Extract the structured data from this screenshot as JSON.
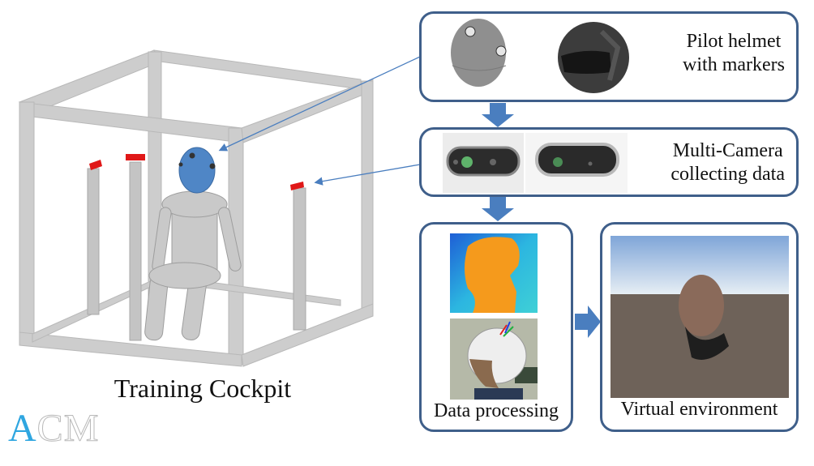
{
  "cockpit": {
    "label": "Training Cockpit",
    "frame_color": "#c9c9c9",
    "helmet_color": "#4f86c6",
    "camera_marker_color": "#e01818"
  },
  "logo": {
    "text_a": "A",
    "text_cm": "CM",
    "accent": "#2fa6e0"
  },
  "stages": {
    "helmet": {
      "label_line1": "Pilot helmet",
      "label_line2": "with markers"
    },
    "camera": {
      "label_line1": "Multi-Camera",
      "label_line2": "collecting data"
    },
    "processing": {
      "label": "Data processing"
    },
    "virtual": {
      "label": "Virtual environment"
    }
  },
  "colors": {
    "box_border": "#3f5f8a",
    "flow_arrow": "#4a7ebf",
    "pointer_line": "#4a7ebf"
  }
}
